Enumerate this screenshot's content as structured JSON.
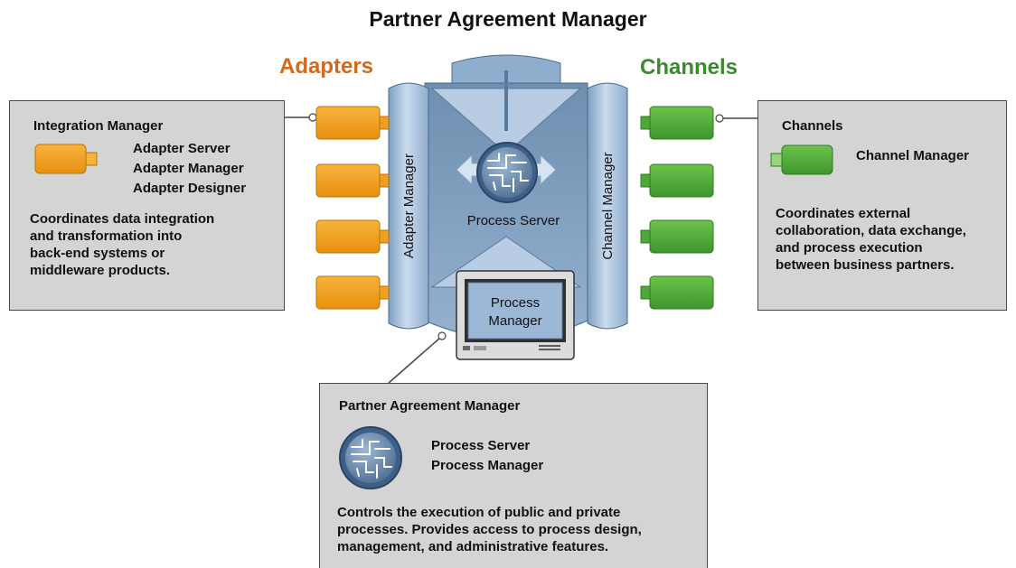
{
  "title": "Partner Agreement Manager",
  "labels": {
    "adapters": "Adapters",
    "channels": "Channels",
    "adapter_manager": "Adapter Manager",
    "channel_manager": "Channel Manager",
    "process_server": "Process Server",
    "process_manager_line1": "Process",
    "process_manager_line2": "Manager"
  },
  "colors": {
    "adapter_orange": "#f0a020",
    "channel_green": "#4fa83a",
    "adapters_heading": "#d2691e",
    "channels_heading": "#3a8a2e",
    "column_blue": "#a9c3dd",
    "panel_gray": "#d4d4d4"
  },
  "left_panel": {
    "title": "Integration Manager",
    "items": [
      "Adapter Server",
      "Adapter Manager",
      "Adapter Designer"
    ],
    "description_lines": [
      "Coordinates data integration",
      "and transformation into",
      "back-end systems or",
      "middleware products."
    ],
    "icon": "adapter-icon"
  },
  "right_panel": {
    "title": "Channels",
    "items": [
      "Channel Manager"
    ],
    "description_lines": [
      "Coordinates external",
      "collaboration, data exchange,",
      "and process execution",
      "between business partners."
    ],
    "icon": "channel-icon"
  },
  "bottom_panel": {
    "title": "Partner Agreement Manager",
    "items": [
      "Process Server",
      "Process Manager"
    ],
    "description_lines": [
      "Controls the execution of public and private",
      "processes. Provides access to process design,",
      "management, and administrative features."
    ],
    "icon": "circuit-icon"
  }
}
